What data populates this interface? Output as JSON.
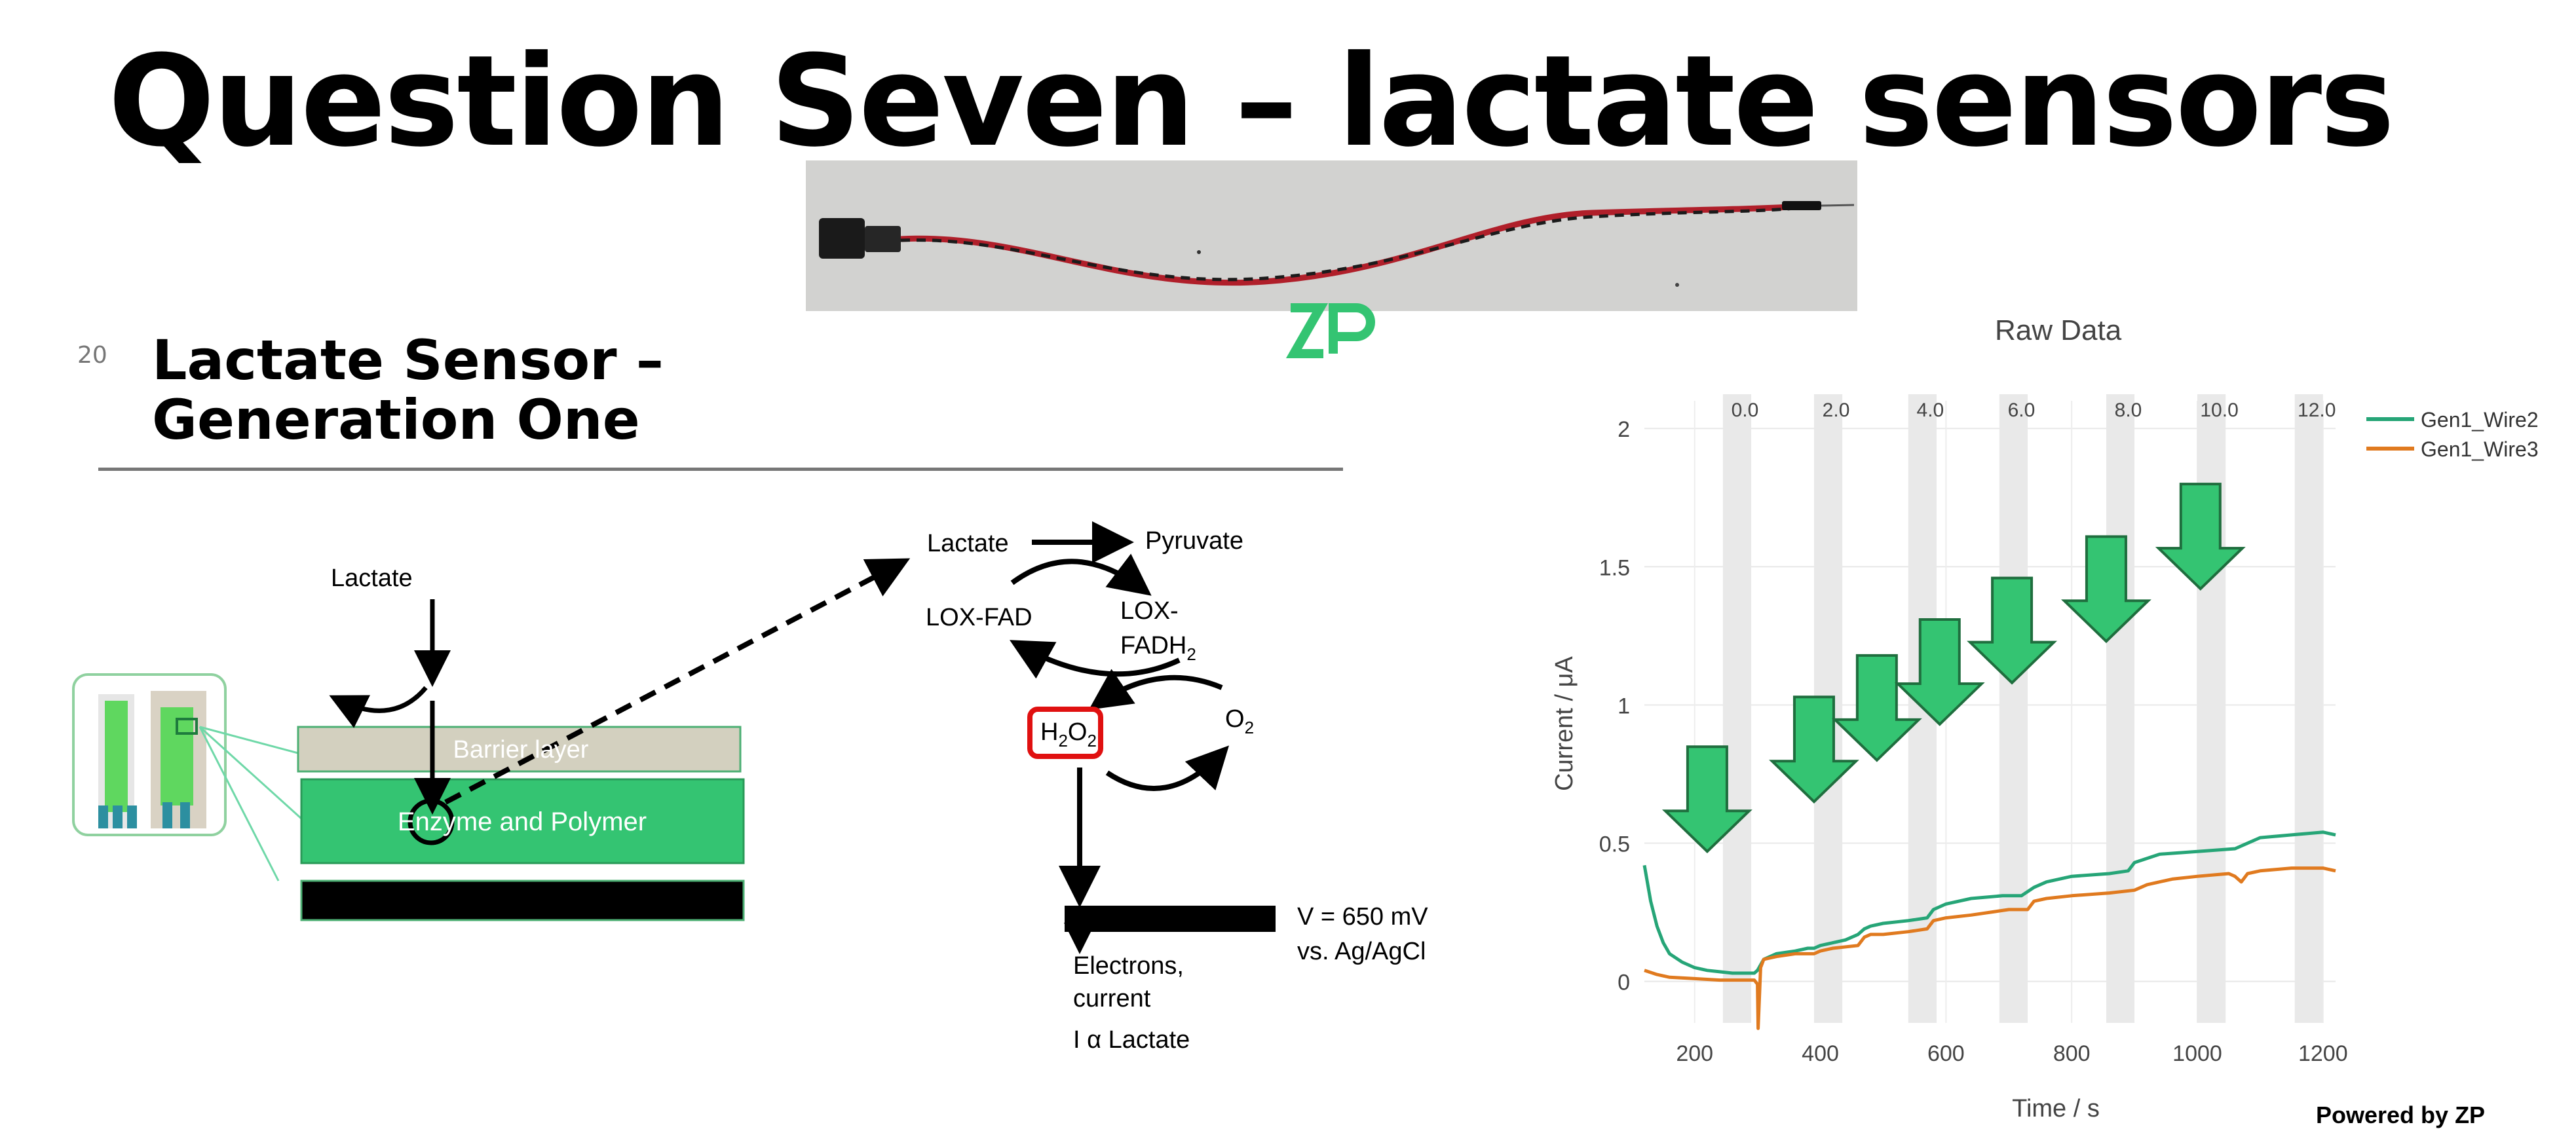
{
  "slide": {
    "title": "Question Seven – lactate sensors",
    "number": "20",
    "subtitle_line1": "Lactate Sensor –",
    "subtitle_line2": "Generation One"
  },
  "colors": {
    "green": "#34c472",
    "orange": "#e07a1f",
    "teal": "#26a577",
    "barrier": "#d3d0bf",
    "highlight": "#e01010"
  },
  "diagram": {
    "lactate_top": "Lactate",
    "barrier_layer": "Barrier layer",
    "enzyme_polymer": "Enzyme and Polymer",
    "lactate_reaction": "Lactate",
    "pyruvate": "Pyruvate",
    "lox_fad": "LOX-FAD",
    "lox_fadh2_line1": "LOX-",
    "lox_fadh2_line2": "FADH",
    "lox_fadh2_sub": "2",
    "h2o2_h": "H",
    "h2o2_o": "O",
    "h2o2_sub": "2",
    "o2": "O",
    "o2_sub": "2",
    "voltage_line1": "V = 650 mV",
    "voltage_line2": "vs. Ag/AgCl",
    "electrons_line1": "Electrons,",
    "electrons_line2": "current",
    "proportional": "I α Lactate"
  },
  "chart_data": {
    "type": "line",
    "title": "Raw Data",
    "xlabel": "Time / s",
    "ylabel": "Current / μA",
    "xlim": [
      120,
      1220
    ],
    "ylim": [
      -0.15,
      2.1
    ],
    "x_ticks": [
      200,
      400,
      600,
      800,
      1000,
      1200
    ],
    "y_ticks": [
      0,
      0.5,
      1,
      1.5,
      2
    ],
    "y_tick_labels": [
      "0",
      "0.5",
      "1",
      "1.5",
      "2"
    ],
    "grid": true,
    "legend": "top-right",
    "concentration_labels": [
      "0.0",
      "2.0",
      "4.0",
      "6.0",
      "8.0",
      "10.0",
      "12.0"
    ],
    "concentration_band_x": [
      [
        245,
        290
      ],
      [
        390,
        435
      ],
      [
        540,
        585
      ],
      [
        685,
        730
      ],
      [
        855,
        900
      ],
      [
        1000,
        1045
      ],
      [
        1155,
        1200
      ]
    ],
    "addition_arrows_x": [
      220,
      390,
      490,
      590,
      705,
      855,
      1005
    ],
    "addition_arrows_y": [
      0.47,
      0.65,
      0.8,
      0.93,
      1.08,
      1.23,
      1.42
    ],
    "series": [
      {
        "name": "Gen1_Wire2",
        "color": "#26a577",
        "x": [
          120,
          130,
          140,
          150,
          160,
          180,
          200,
          220,
          240,
          260,
          280,
          295,
          300,
          310,
          330,
          360,
          380,
          390,
          400,
          420,
          440,
          460,
          470,
          480,
          500,
          540,
          570,
          580,
          600,
          640,
          690,
          720,
          740,
          760,
          800,
          860,
          890,
          900,
          940,
          1000,
          1060,
          1080,
          1100,
          1150,
          1200,
          1220
        ],
        "y": [
          0.42,
          0.29,
          0.2,
          0.14,
          0.1,
          0.07,
          0.05,
          0.04,
          0.035,
          0.03,
          0.03,
          0.03,
          0.04,
          0.08,
          0.1,
          0.11,
          0.12,
          0.12,
          0.13,
          0.14,
          0.15,
          0.17,
          0.19,
          0.2,
          0.21,
          0.22,
          0.23,
          0.26,
          0.28,
          0.3,
          0.31,
          0.31,
          0.34,
          0.36,
          0.38,
          0.39,
          0.4,
          0.43,
          0.46,
          0.47,
          0.48,
          0.5,
          0.52,
          0.53,
          0.54,
          0.53
        ]
      },
      {
        "name": "Gen1_Wire3",
        "color": "#e07a1f",
        "x": [
          120,
          140,
          160,
          200,
          240,
          280,
          295,
          300,
          301,
          305,
          310,
          330,
          360,
          390,
          400,
          420,
          460,
          470,
          480,
          500,
          540,
          570,
          580,
          600,
          640,
          700,
          730,
          740,
          760,
          800,
          860,
          900,
          920,
          960,
          1000,
          1050,
          1060,
          1070,
          1080,
          1100,
          1150,
          1200,
          1220
        ],
        "y": [
          0.04,
          0.025,
          0.015,
          0.01,
          0.005,
          0.005,
          0.005,
          -0.01,
          -0.17,
          0.05,
          0.08,
          0.09,
          0.1,
          0.1,
          0.11,
          0.12,
          0.13,
          0.16,
          0.17,
          0.17,
          0.18,
          0.19,
          0.22,
          0.23,
          0.24,
          0.26,
          0.26,
          0.29,
          0.3,
          0.31,
          0.32,
          0.33,
          0.35,
          0.37,
          0.38,
          0.39,
          0.38,
          0.36,
          0.39,
          0.4,
          0.41,
          0.41,
          0.4
        ]
      }
    ]
  },
  "chart_footer": "Powered by ZP"
}
